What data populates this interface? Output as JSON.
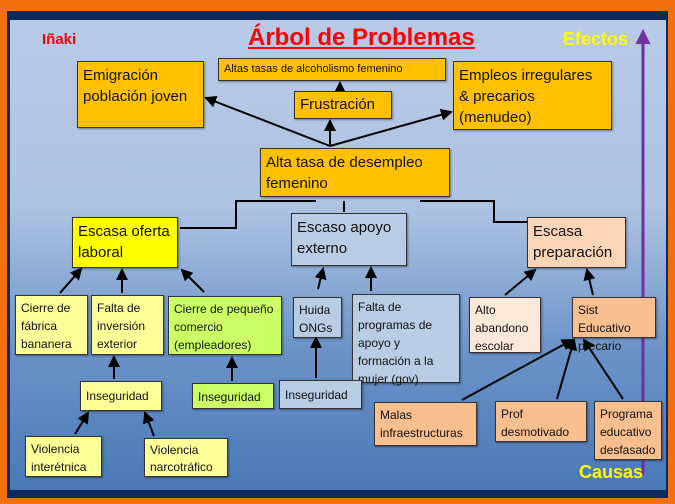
{
  "title": "Árbol de Problemas",
  "author": "Iñaki",
  "effects_label": "Efectos",
  "causes_label": "Causas",
  "colors": {
    "frame": "#f36f0f",
    "title": "#ff0000",
    "effects": "#ffff00",
    "arrow": "#7030a0"
  },
  "effects": {
    "emigracion": "Emigración población joven",
    "alcoholismo": "Altas tasas de alcoholismo femenino",
    "frustracion": "Frustración",
    "empleos": "Empleos irregulares & precarios (menudeo)"
  },
  "core": "Alta tasa de desempleo femenino",
  "causes": {
    "oferta": "Escasa oferta laboral",
    "apoyo": "Escaso apoyo externo",
    "preparacion": "Escasa preparación"
  },
  "sub": {
    "fabrica": "Cierre de fábrica bananera",
    "inversion": "Falta de inversión exterior",
    "comercio": "Cierre de pequeño comercio (empleadores)",
    "ongs": "Huida ONGs",
    "programas": "Falta de programas de apoyo y formación a la mujer (gov)",
    "abandono": "Alto abandono escolar",
    "sist": "Sist Educativo precario",
    "inseg1": "Inseguridad",
    "inseg2": "Inseguridad",
    "inseg3": "Inseguridad",
    "malas": "Malas infraestructuras",
    "prof": "Prof desmotivado",
    "programa": "Programa educativo desfasado",
    "v_inter": "Violencia interétnica",
    "v_narco": "Violencia narcotráfico"
  }
}
